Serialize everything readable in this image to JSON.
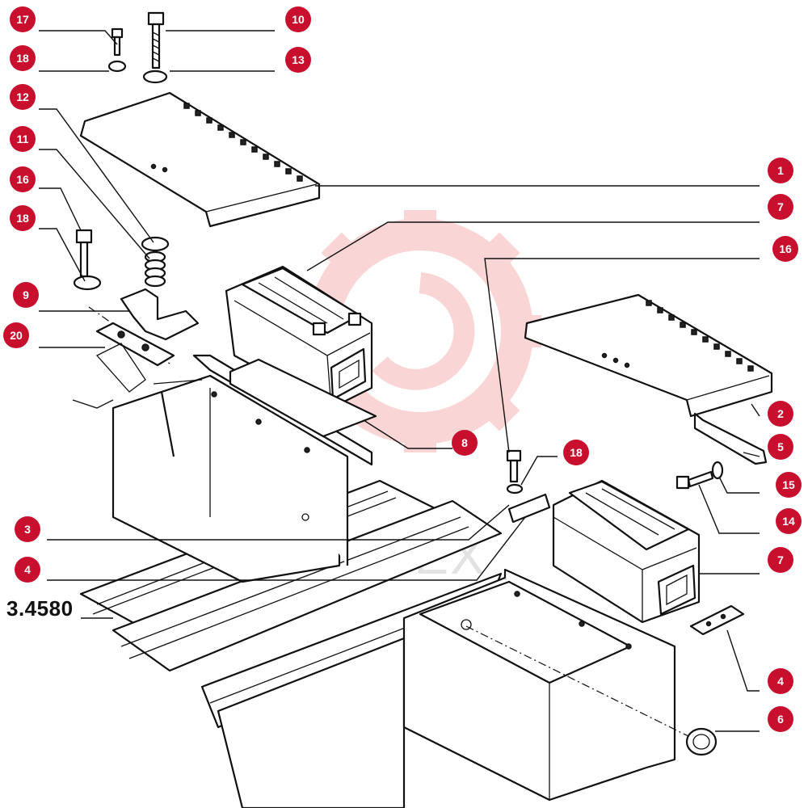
{
  "reference_number": "3.4580",
  "watermark": {
    "text": "ИНТЕХ",
    "color": "#f5c6c6"
  },
  "colors": {
    "callout": "#c8102e",
    "line": "#111111",
    "background": "#ffffff"
  },
  "callouts": [
    {
      "id": "c17",
      "label": "17"
    },
    {
      "id": "c18a",
      "label": "18"
    },
    {
      "id": "c12",
      "label": "12"
    },
    {
      "id": "c11",
      "label": "11"
    },
    {
      "id": "c16a",
      "label": "16"
    },
    {
      "id": "c18b",
      "label": "18"
    },
    {
      "id": "c9",
      "label": "9"
    },
    {
      "id": "c20",
      "label": "20"
    },
    {
      "id": "c3",
      "label": "3"
    },
    {
      "id": "c4a",
      "label": "4"
    },
    {
      "id": "c10",
      "label": "10"
    },
    {
      "id": "c13",
      "label": "13"
    },
    {
      "id": "c1",
      "label": "1"
    },
    {
      "id": "c7a",
      "label": "7"
    },
    {
      "id": "c16b",
      "label": "16"
    },
    {
      "id": "c2",
      "label": "2"
    },
    {
      "id": "c5",
      "label": "5"
    },
    {
      "id": "c15",
      "label": "15"
    },
    {
      "id": "c14",
      "label": "14"
    },
    {
      "id": "c7b",
      "label": "7"
    },
    {
      "id": "c4b",
      "label": "4"
    },
    {
      "id": "c6",
      "label": "6"
    },
    {
      "id": "c8",
      "label": "8"
    },
    {
      "id": "c18c",
      "label": "18"
    }
  ]
}
